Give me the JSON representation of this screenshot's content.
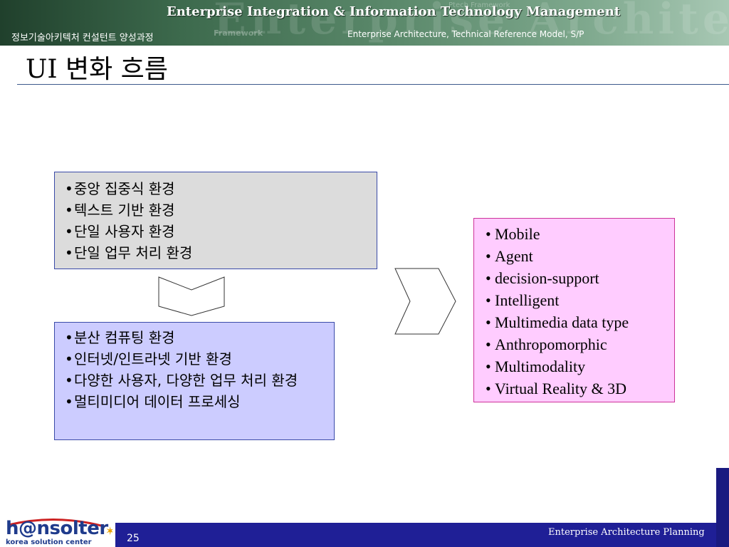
{
  "header": {
    "title": "Enterprise Integration & Information Technology Management",
    "course": "정보기술아키텍처 컨설턴트 양성과정",
    "subtitle": "Enterprise Architecture, Technical Reference Model, S/P",
    "watermark": "Enterprise Architecture Model",
    "watermark_sub": "Framework",
    "watermark_top": "Ptech Framework"
  },
  "page_title": "UI 변화 흐름",
  "box_legacy": {
    "items": [
      "중앙 집중식 환경",
      "텍스트 기반 환경",
      "단일 사용자 환경",
      "단일 업무 처리 환경"
    ],
    "fill": "#dcdcdc"
  },
  "box_distributed": {
    "items": [
      "분산 컴퓨팅 환경",
      "인터넷/인트라넷 기반 환경",
      "다양한 사용자, 다양한 업무 처리 환경",
      "멀티미디어 데이터 프로세싱"
    ],
    "fill": "#ccccff"
  },
  "box_future": {
    "items": [
      "Mobile",
      "Agent",
      "decision-support",
      "Intelligent",
      "Multimedia data type",
      "Anthropomorphic",
      "Multimodality",
      "Virtual Reality & 3D"
    ],
    "fill": "#ffccff"
  },
  "footer": {
    "page_number": "25",
    "text": "Enterprise Architecture Planning",
    "logo_name": "h@nsolter",
    "logo_tagline": "korea solution center",
    "bar_color": "#1f1f96"
  },
  "icons": {
    "down_arrow": "chevron-down-icon",
    "right_arrow": "chevron-right-icon"
  }
}
